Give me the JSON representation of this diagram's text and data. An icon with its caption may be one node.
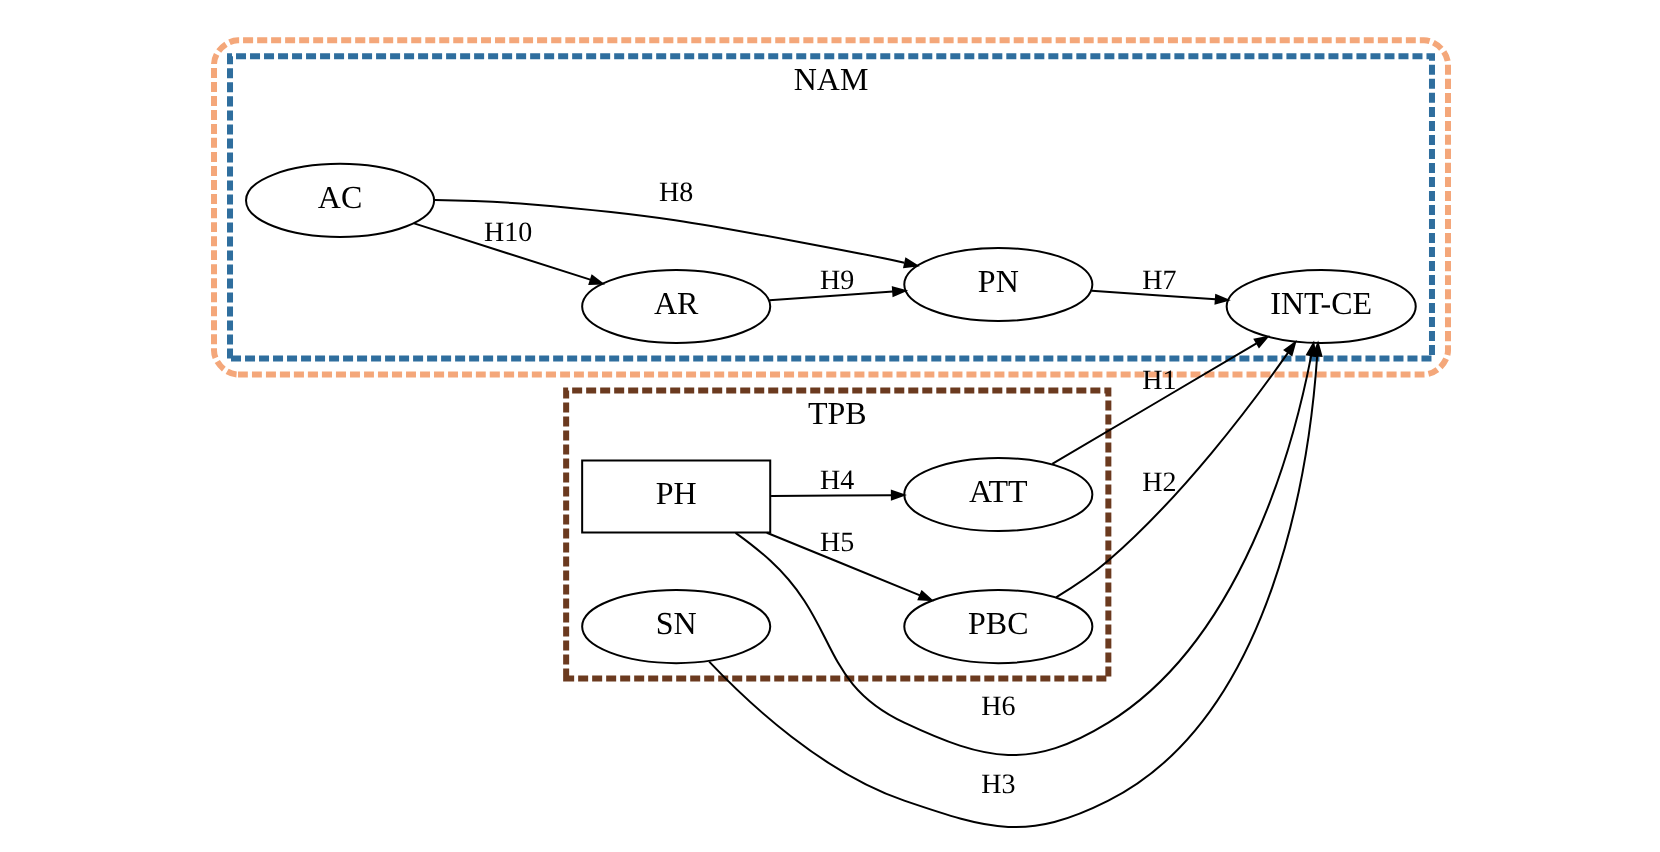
{
  "diagram": {
    "nodes": [
      {
        "text": [],
        "shape": "box"
      },
      {
        "text": [
          "TPB"
        ]
      },
      {
        "text": [
          "NAM"
        ],
        "in": 0
      },
      {
        "text": [
          "ATT"
        ],
        "in": 1
      },
      {
        "text": [
          "PH"
        ],
        "in": 1
      },
      {
        "text": [
          "PBC"
        ],
        "in": 1
      },
      {
        "text": [
          "SN"
        ],
        "in": 1
      },
      {
        "text": [
          "INT-CE"
        ],
        "in": 2
      },
      {
        "text": [
          "AR"
        ],
        "in": 2
      },
      {
        "text": [
          "PN"
        ],
        "in": 2
      },
      {
        "text": [
          "AC"
        ],
        "in": 2
      }
    ],
    "edges": [
      {
        "from": 3,
        "to": 7,
        "arrow": "to",
        "label": "H1"
      },
      {
        "from": 4,
        "to": 7,
        "arrow": "to",
        "label": "H6"
      },
      {
        "from": 5,
        "to": 7,
        "arrow": "to",
        "label": "H2"
      },
      {
        "from": 6,
        "to": 7,
        "arrow": "to",
        "label": "H3"
      },
      {
        "from": 4,
        "to": 3,
        "arrow": "to",
        "label": "H4"
      },
      {
        "from": 4,
        "to": 5,
        "arrow": "to",
        "label": "H5"
      },
      {
        "from": 9,
        "to": 7,
        "arrow": "to",
        "label": "H7"
      },
      {
        "from": 8,
        "to": 9,
        "arrow": "to",
        "label": "H9"
      },
      {
        "from": 10,
        "to": 8,
        "arrow": "to",
        "label": "H10"
      },
      {
        "from": 10,
        "to": 9,
        "arrow": "to",
        "label": "H8"
      }
    ]
  }
}
